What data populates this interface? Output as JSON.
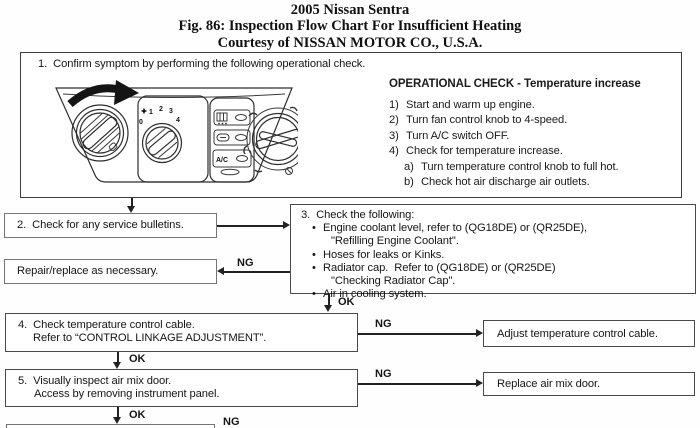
{
  "header": {
    "line1": "2005 Nissan Sentra",
    "line2": "Fig. 86: Inspection Flow Chart For Insufficient Heating",
    "line3": "Courtesy of NISSAN MOTOR CO., U.S.A."
  },
  "step1": {
    "text": "1.  Confirm symptom by performing the following operational check.",
    "illustration": {
      "name": "hvac-control-panel",
      "fan_speeds": [
        "0",
        "1",
        "2",
        "3",
        "4"
      ],
      "ac_label": "A/C"
    },
    "op_check": {
      "title": "OPERATIONAL CHECK - Temperature increase",
      "items": [
        {
          "num": "1)",
          "text": "Start and warm up engine."
        },
        {
          "num": "2)",
          "text": "Turn fan control knob to 4-speed."
        },
        {
          "num": "3)",
          "text": "Turn A/C switch OFF."
        },
        {
          "num": "4)",
          "text": "Check for temperature increase."
        },
        {
          "num": "a)",
          "text": "Turn temperature control knob to full hot."
        },
        {
          "num": "b)",
          "text": "Check hot air discharge air outlets."
        }
      ]
    }
  },
  "flow": {
    "box2": {
      "text": "2.  Check for any service bulletins."
    },
    "box3": {
      "title": "3.  Check the following:",
      "lines": [
        {
          "text": "Engine coolant level, refer to (QG18DE) or (QR25DE),"
        },
        {
          "text": "\"Refilling Engine Coolant\"."
        },
        {
          "text": "Hoses for leaks or Kinks."
        },
        {
          "text": "Radiator cap.  Refer to (QG18DE) or (QR25DE)"
        },
        {
          "text": "\"Checking Radiator Cap\"."
        },
        {
          "text": "Air in cooling system."
        }
      ]
    },
    "repair": {
      "text": "Repair/replace as necessary."
    },
    "box4": {
      "line1": "4.  Check temperature control cable.",
      "line2": "Refer to “CONTROL LINKAGE ADJUSTMENT”."
    },
    "box5": {
      "line1": "5.  Visually inspect air mix door.",
      "line2": "Access by removing instrument panel."
    },
    "adjust": {
      "text": "Adjust temperature control cable."
    },
    "replace": {
      "text": "Replace air mix door."
    },
    "labels": {
      "ok": "OK",
      "ng": "NG"
    }
  },
  "colors": {
    "ink": "#1b1b1b",
    "border": "#4a4a4a",
    "arrow": "#222222"
  }
}
